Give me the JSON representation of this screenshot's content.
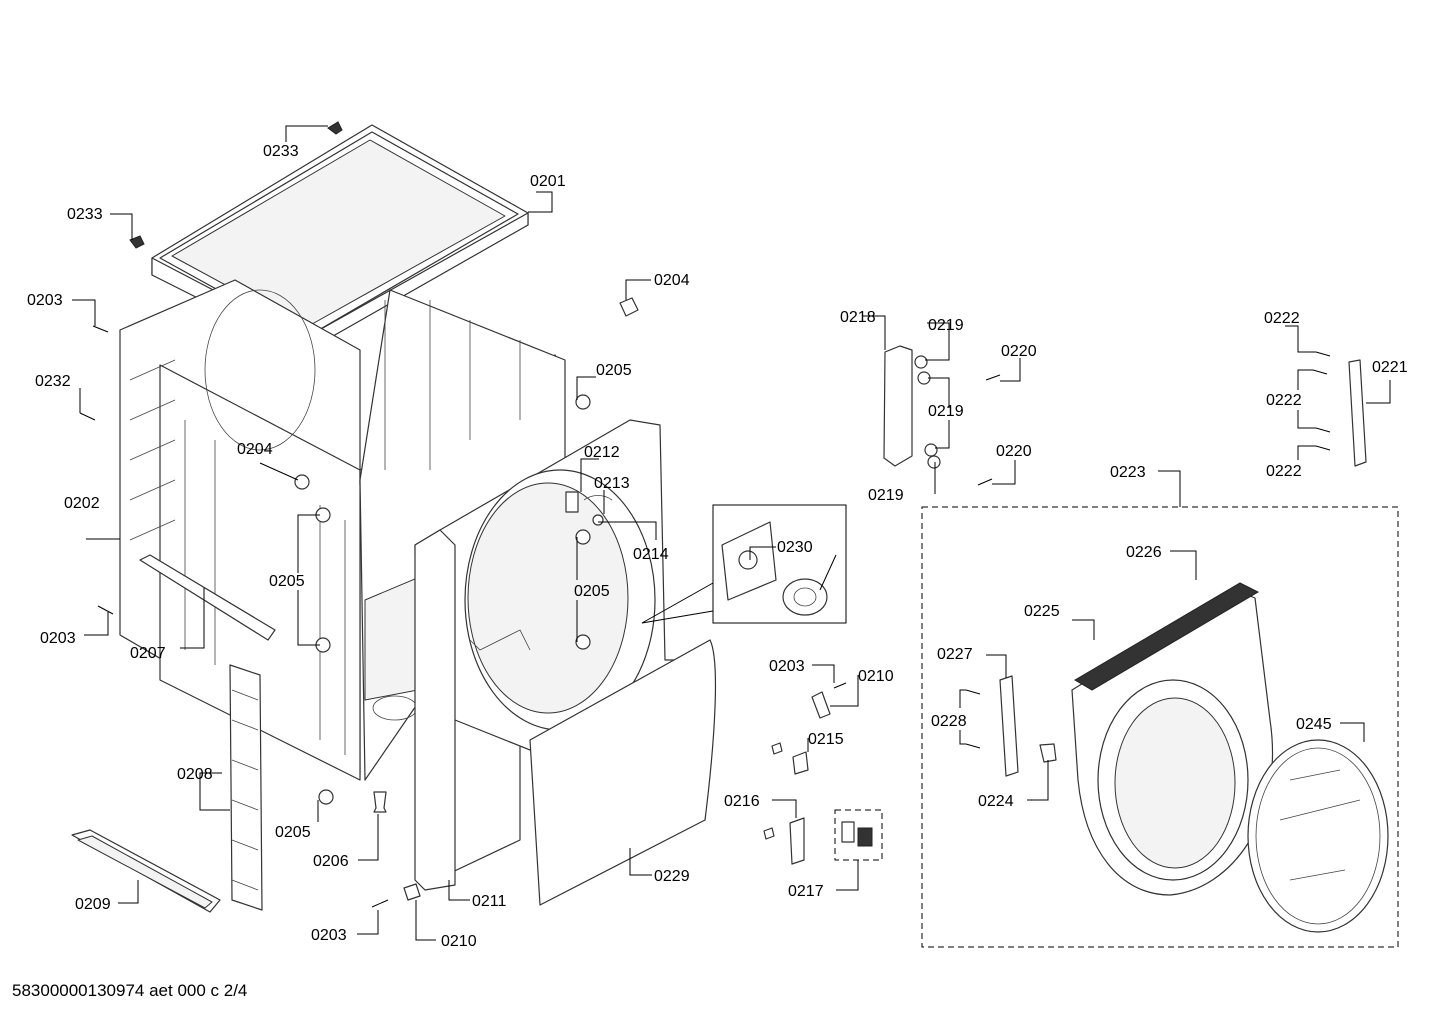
{
  "footer_text": "58300000130974 aet 000 c 2/4",
  "part_labels": [
    "0233",
    "0201",
    "0233",
    "0203",
    "0204",
    "0232",
    "0205",
    "0202",
    "0204",
    "0205",
    "0212",
    "0213",
    "0214",
    "0205",
    "0203",
    "0207",
    "0208",
    "0205",
    "0206",
    "0209",
    "0203",
    "0210",
    "0211",
    "0229",
    "0230",
    "0218",
    "0219",
    "0220",
    "0219",
    "0220",
    "0219",
    "0222",
    "0221",
    "0222",
    "0222",
    "0223",
    "0226",
    "0225",
    "0227",
    "0228",
    "0224",
    "0245",
    "0203",
    "0210",
    "0215",
    "0216",
    "0217"
  ]
}
